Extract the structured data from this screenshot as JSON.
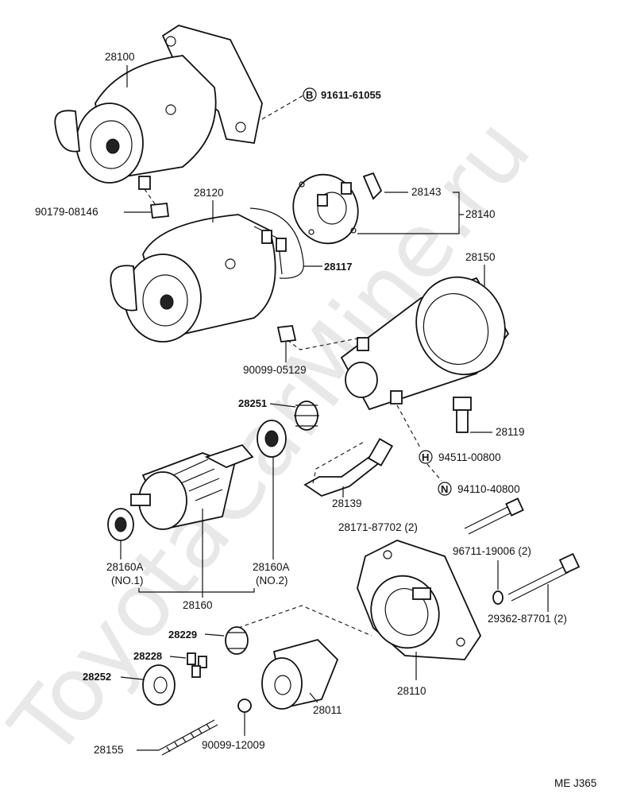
{
  "diagram": {
    "watermark": "ToyotaCarMine.ru",
    "page_code": "ME  J365",
    "labels": {
      "p28100": "28100",
      "p91611": "91611-61055",
      "p91611_symbol": "B",
      "p90179": "90179-08146",
      "p28120": "28120",
      "p28143": "28143",
      "p28140": "28140",
      "p28117": "28117",
      "p28150": "28150",
      "p90099_05129": "90099-05129",
      "p28251": "28251",
      "p28119": "28119",
      "p94511": "94511-00800",
      "p94511_symbol": "H",
      "p94110": "94110-40800",
      "p94110_symbol": "N",
      "p28139": "28139",
      "p28171": "28171-87702 (2)",
      "p96711": "96711-19006 (2)",
      "p29362": "29362-87701 (2)",
      "p28160a_left": "28160A",
      "p28160a_left_no": "(NO.1)",
      "p28160a_right": "28160A",
      "p28160a_right_no": "(NO.2)",
      "p28160": "28160",
      "p28229": "28229",
      "p28228": "28228",
      "p28252": "28252",
      "p28011": "28011",
      "p28110": "28110",
      "p28155": "28155",
      "p90099_12009": "90099-12009"
    }
  }
}
